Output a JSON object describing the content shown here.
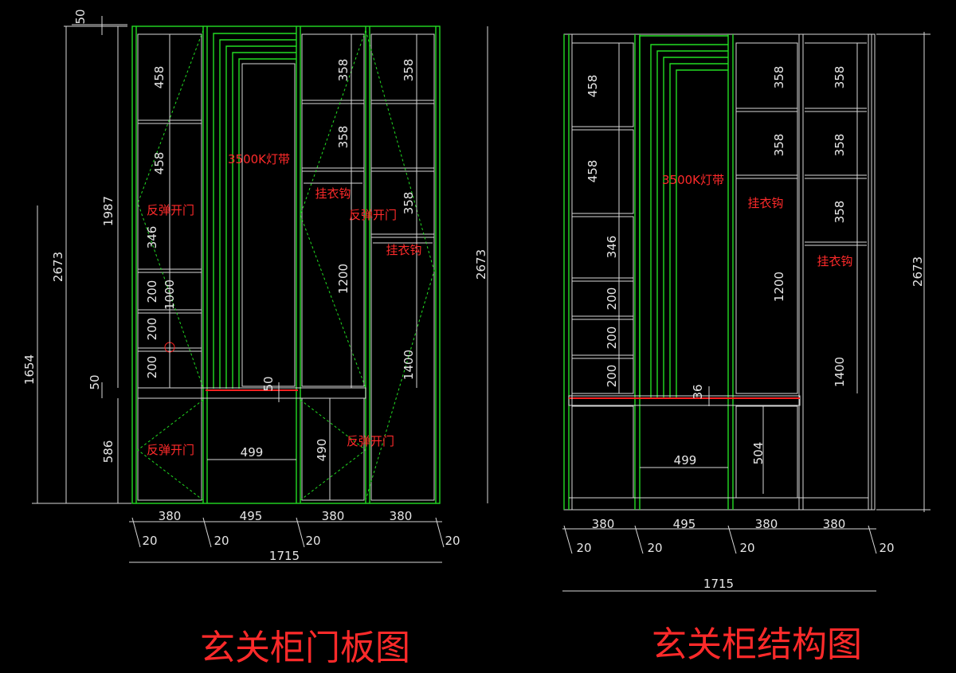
{
  "colors": {
    "background": "#000000",
    "lines": "#d8d8d8",
    "panels": "#22dd22",
    "labels": "#ff2a2a"
  },
  "left": {
    "title": "玄关柜门板图",
    "dims": {
      "total_height": "2673",
      "h1654": "1654",
      "h1987": "1987",
      "h586": "586",
      "h50a": "50",
      "h50b": "50",
      "right_height": "2673",
      "col1": "380",
      "col2": "495",
      "col3": "380",
      "col4": "380",
      "g1": "20",
      "g2": "20",
      "g3": "20",
      "g4": "20",
      "total_width": "1715",
      "c1_458a": "458",
      "c1_458b": "458",
      "c1_346": "346",
      "c1_200a": "200",
      "c1_200b": "200",
      "c1_200c": "200",
      "c1_1000": "1000",
      "c3_358a": "358",
      "c3_358b": "358",
      "c3_1200": "1200",
      "c3_490": "490",
      "c4_358a": "358",
      "c4_358b": "358",
      "c4_1400": "1400",
      "niche_499": "499",
      "shelf_50": "50"
    },
    "labels": {
      "led": "3500K灯带",
      "push_door_1": "反弹开门",
      "push_door_2": "反弹开门",
      "push_door_3": "反弹开门",
      "push_door_4": "反弹开门",
      "hook_1": "挂衣钩",
      "hook_2": "挂衣钩"
    }
  },
  "right": {
    "title": "玄关柜结构图",
    "dims": {
      "total_height": "2673",
      "col1": "380",
      "col2": "495",
      "col3": "380",
      "col4": "380",
      "g1": "20",
      "g2": "20",
      "g3": "20",
      "g4": "20",
      "total_width": "1715",
      "c1_458a": "458",
      "c1_458b": "458",
      "c1_346": "346",
      "c1_200a": "200",
      "c1_200b": "200",
      "c1_200c": "200",
      "c3_358a": "358",
      "c3_358b": "358",
      "c3_1200": "1200",
      "c3_504": "504",
      "c4_358a": "358",
      "c4_358b": "358",
      "c4_1400": "1400",
      "niche_499": "499",
      "shelf_36": "36"
    },
    "labels": {
      "led": "3500K灯带",
      "hook_1": "挂衣钩",
      "hook_2": "挂衣钩"
    }
  }
}
